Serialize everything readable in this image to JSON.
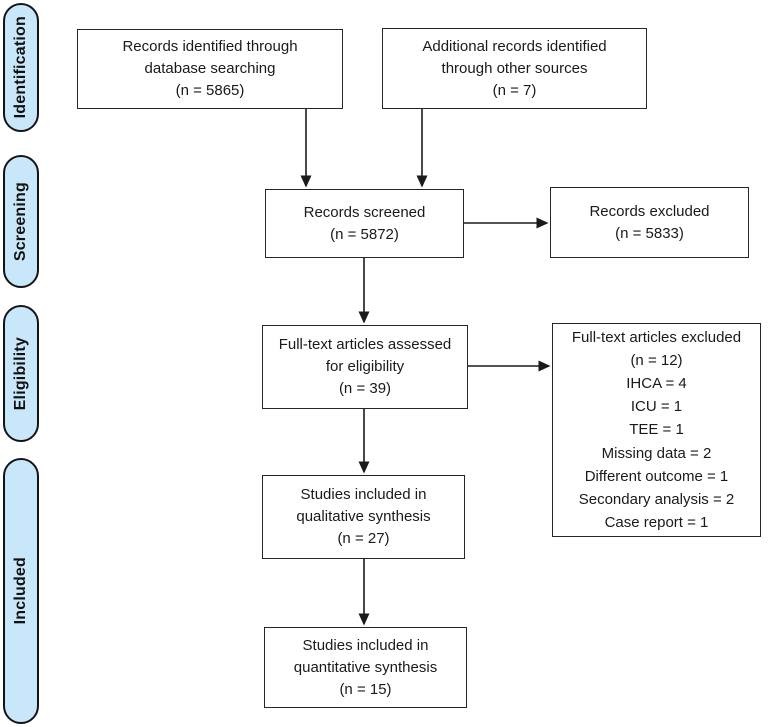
{
  "colors": {
    "stage_fill": "#c9e7fa",
    "stage_border": "#141414",
    "box_border": "#262626",
    "arrow": "#1a1a1a",
    "text": "#1a1a1a",
    "background": "#ffffff"
  },
  "sidebar": {
    "stages": [
      {
        "label": "Identification"
      },
      {
        "label": "Screening"
      },
      {
        "label": "Eligibility"
      },
      {
        "label": "Included"
      }
    ]
  },
  "boxes": {
    "db_search": {
      "lines": [
        "Records identified through",
        "database searching",
        "(n = 5865)"
      ],
      "n": 5865
    },
    "other_sources": {
      "lines": [
        "Additional records identified",
        "through other sources",
        "(n = 7)"
      ],
      "n": 7
    },
    "screened": {
      "lines": [
        "Records screened",
        "(n = 5872)"
      ],
      "n": 5872
    },
    "records_excluded": {
      "lines": [
        "Records excluded",
        "(n = 5833)"
      ],
      "n": 5833
    },
    "fulltext_assessed": {
      "lines": [
        "Full-text articles assessed",
        "for eligibility",
        "(n = 39)"
      ],
      "n": 39
    },
    "fulltext_excluded": {
      "lines": [
        "Full-text articles excluded",
        "(n = 12)",
        "IHCA = 4",
        "ICU = 1",
        "TEE = 1",
        "Missing data = 2",
        "Different outcome = 1",
        "Secondary analysis = 2",
        "Case report = 1"
      ],
      "n": 12
    },
    "qualitative": {
      "lines": [
        "Studies included in",
        "qualitative synthesis",
        "(n = 27)"
      ],
      "n": 27
    },
    "quantitative": {
      "lines": [
        "Studies included in",
        "quantitative synthesis",
        "(n = 15)"
      ],
      "n": 15
    }
  }
}
